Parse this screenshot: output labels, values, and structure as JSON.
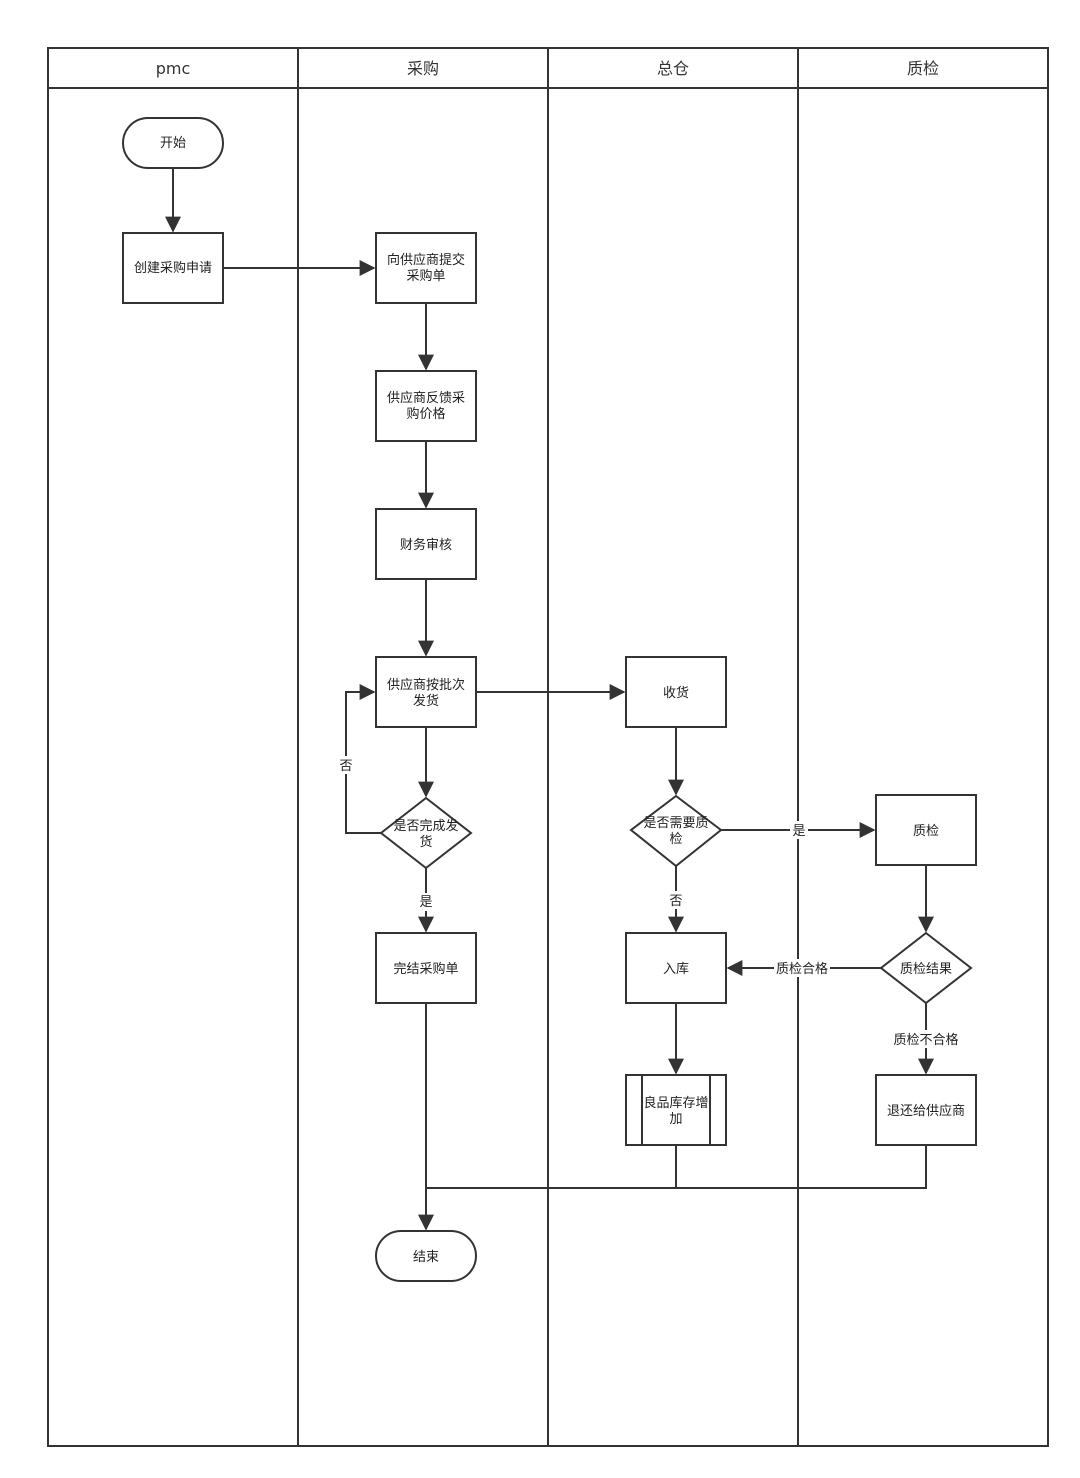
{
  "lanes": [
    {
      "id": "pmc",
      "title": "pmc"
    },
    {
      "id": "purchase",
      "title": "采购"
    },
    {
      "id": "warehouse",
      "title": "总仓"
    },
    {
      "id": "qc",
      "title": "质检"
    }
  ],
  "nodes": {
    "start": {
      "lines": [
        "开始"
      ]
    },
    "create_request": {
      "lines": [
        "创建采购申请"
      ]
    },
    "submit_po": {
      "lines": [
        "向供应商提交",
        "采购单"
      ]
    },
    "supplier_price": {
      "lines": [
        "供应商反馈采",
        "购价格"
      ]
    },
    "finance_review": {
      "lines": [
        "财务审核"
      ]
    },
    "ship_batches": {
      "lines": [
        "供应商按批次",
        "发货"
      ]
    },
    "ship_done_q": {
      "lines": [
        "是否完成发",
        "货"
      ]
    },
    "close_po": {
      "lines": [
        "完结采购单"
      ]
    },
    "end": {
      "lines": [
        "结束"
      ]
    },
    "receive": {
      "lines": [
        "收货"
      ]
    },
    "need_qc_q": {
      "lines": [
        "是否需要质",
        "检"
      ]
    },
    "stock_in": {
      "lines": [
        "入库"
      ]
    },
    "stock_increase": {
      "lines": [
        "良品库存增",
        "加"
      ]
    },
    "qc_task": {
      "lines": [
        "质检"
      ]
    },
    "qc_result_q": {
      "lines": [
        "质检结果"
      ]
    },
    "return_supplier": {
      "lines": [
        "退还给供应商"
      ]
    }
  },
  "edge_labels": {
    "ship_not_done": "否",
    "ship_done": "是",
    "need_qc_yes": "是",
    "need_qc_no": "否",
    "qc_pass": "质检合格",
    "qc_fail": "质检不合格"
  }
}
